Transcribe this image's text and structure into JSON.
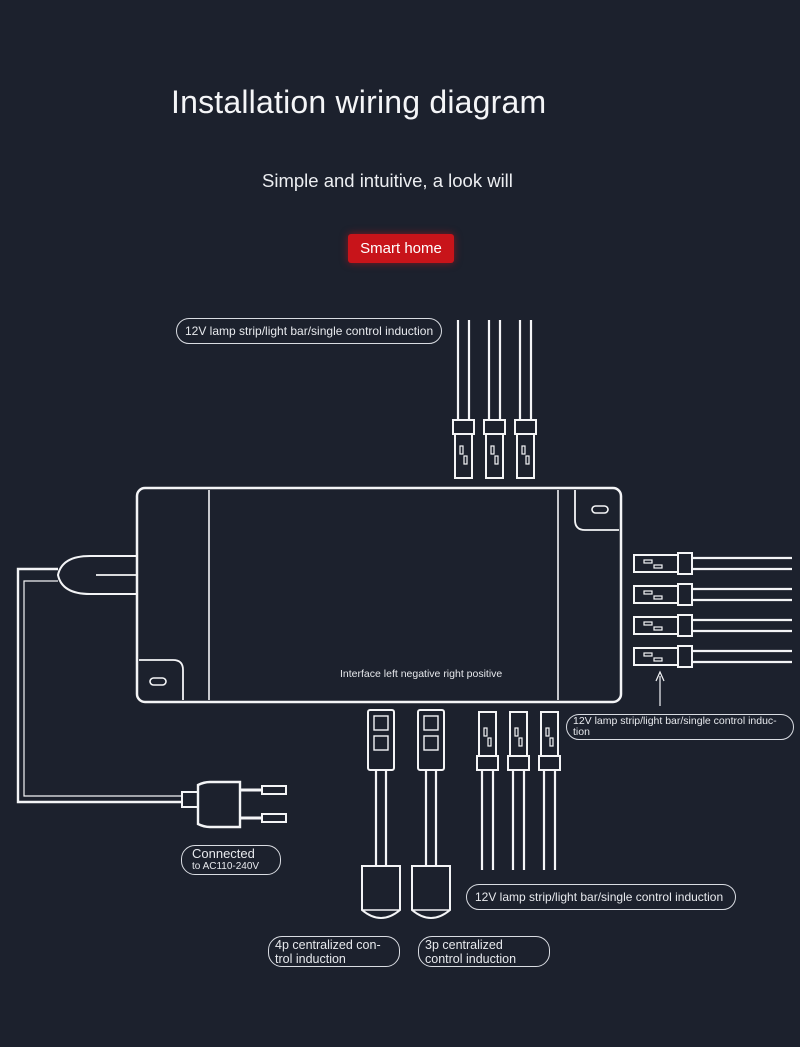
{
  "header": {
    "title": "Installation wiring diagram",
    "subtitle": "Simple and intuitive, a look will",
    "badge": "Smart home",
    "badge_color": "#c8141a"
  },
  "labels": {
    "top_strip": "12V lamp strip/light bar/single control induction",
    "right_strip": "12V lamp strip/light bar/single control induc-tion",
    "bottom_strip": "12V lamp strip/light bar/single control induction",
    "power_line1": "Connected",
    "power_line2": "to AC110-240V",
    "four_p": "4p centralized con-trol induction",
    "three_p": "3p centralized control induction",
    "interface": "Interface left negative right positive"
  },
  "colors": {
    "background": "#1c212d",
    "line": "#f3f4f6"
  }
}
